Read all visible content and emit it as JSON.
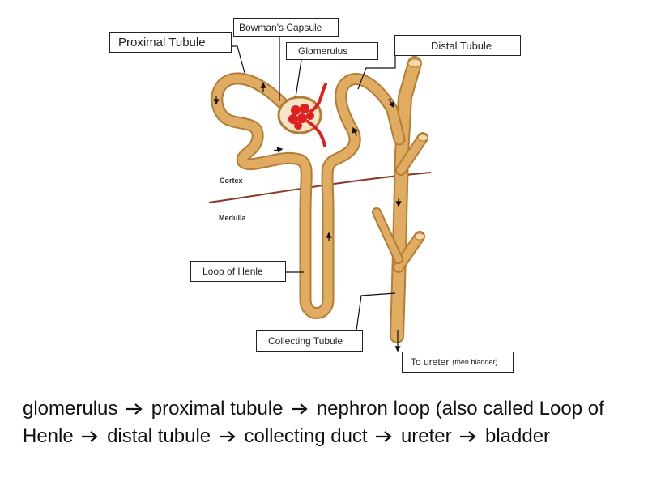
{
  "labels": {
    "proximal_tubule": "Proximal Tubule",
    "bowmans_capsule": "Bowman's Capsule",
    "glomerulus": "Glomerulus",
    "distal_tubule": "Distal Tubule",
    "cortex": "Cortex",
    "medulla": "Medulla",
    "loop_of_henle": "Loop of Henle",
    "collecting_tubule": "Collecting Tubule",
    "to_ureter": "To ureter",
    "to_ureter_note": "(then bladder)"
  },
  "caption": {
    "steps": [
      "glomerulus",
      "proximal tubule",
      "nephron loop (also called Loop of Henle",
      "distal tubule",
      "collecting duct",
      "ureter",
      "bladder"
    ]
  },
  "colors": {
    "tubule": "#e0ac62",
    "tubule_dark": "#b47c34",
    "glomerulus": "#e02020",
    "boundary": "#8b3a22"
  }
}
